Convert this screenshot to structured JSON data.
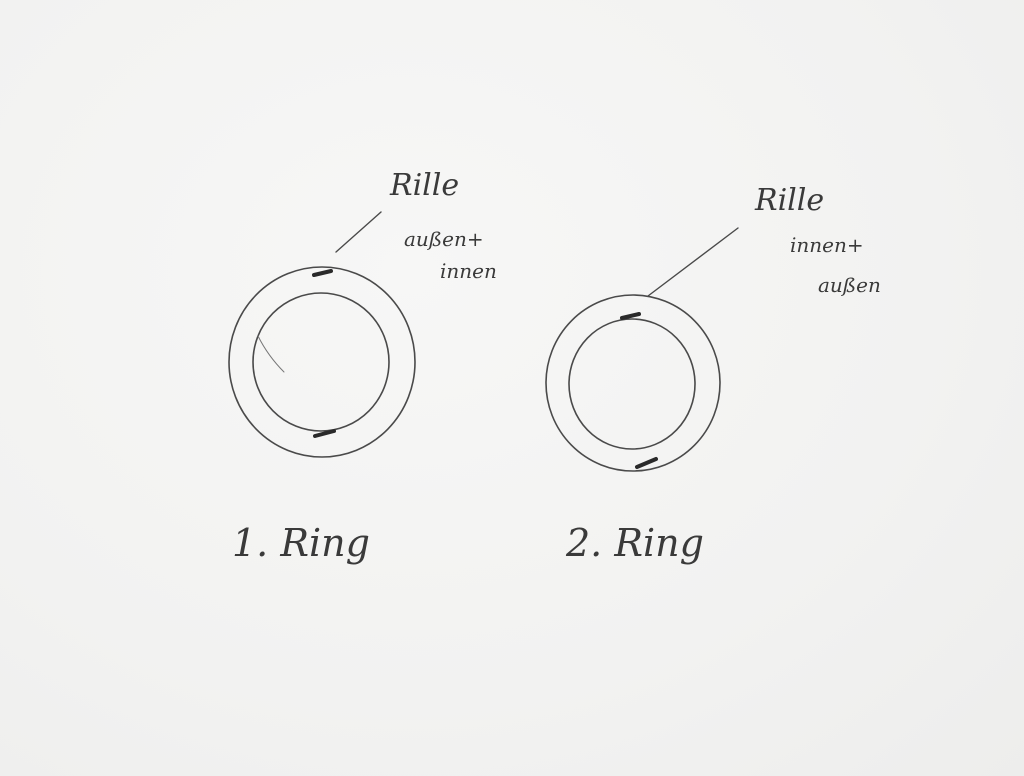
{
  "figure1": {
    "label_text": "Rille",
    "note_line1": "außen+",
    "note_line2": "innen",
    "caption": "1. Ring"
  },
  "figure2": {
    "label_text": "Rille",
    "note_line1": "innen+",
    "note_line2": "außen",
    "caption": "2. Ring"
  },
  "colors": {
    "paper": "#f4f4f3",
    "pencil": "#4a4a4a"
  }
}
